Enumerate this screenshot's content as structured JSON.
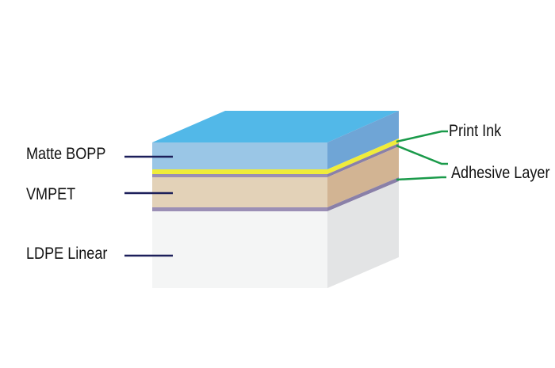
{
  "layers": {
    "matte_bopp": "Matte BOPP",
    "vmpet": "VMPET",
    "ldpe_linear": "LDPE Linear",
    "print_ink": "Print Ink",
    "adhesive_layer": "Adhesive Layer"
  },
  "colors": {
    "top_face": "#52b8e8",
    "bopp_front": "#9ac6e6",
    "bopp_side": "#6fa5d6",
    "ink": "#f0ec3a",
    "adhesive": "#9b8fb5",
    "adhesive_side": "#8a80a8",
    "vmpet_front": "#e3d2b8",
    "vmpet_side": "#d2b493",
    "ldpe_front": "#f4f5f5",
    "ldpe_side": "#e3e4e5",
    "left_leader": "#1c1f5a",
    "right_leader": "#1a9a4a"
  }
}
